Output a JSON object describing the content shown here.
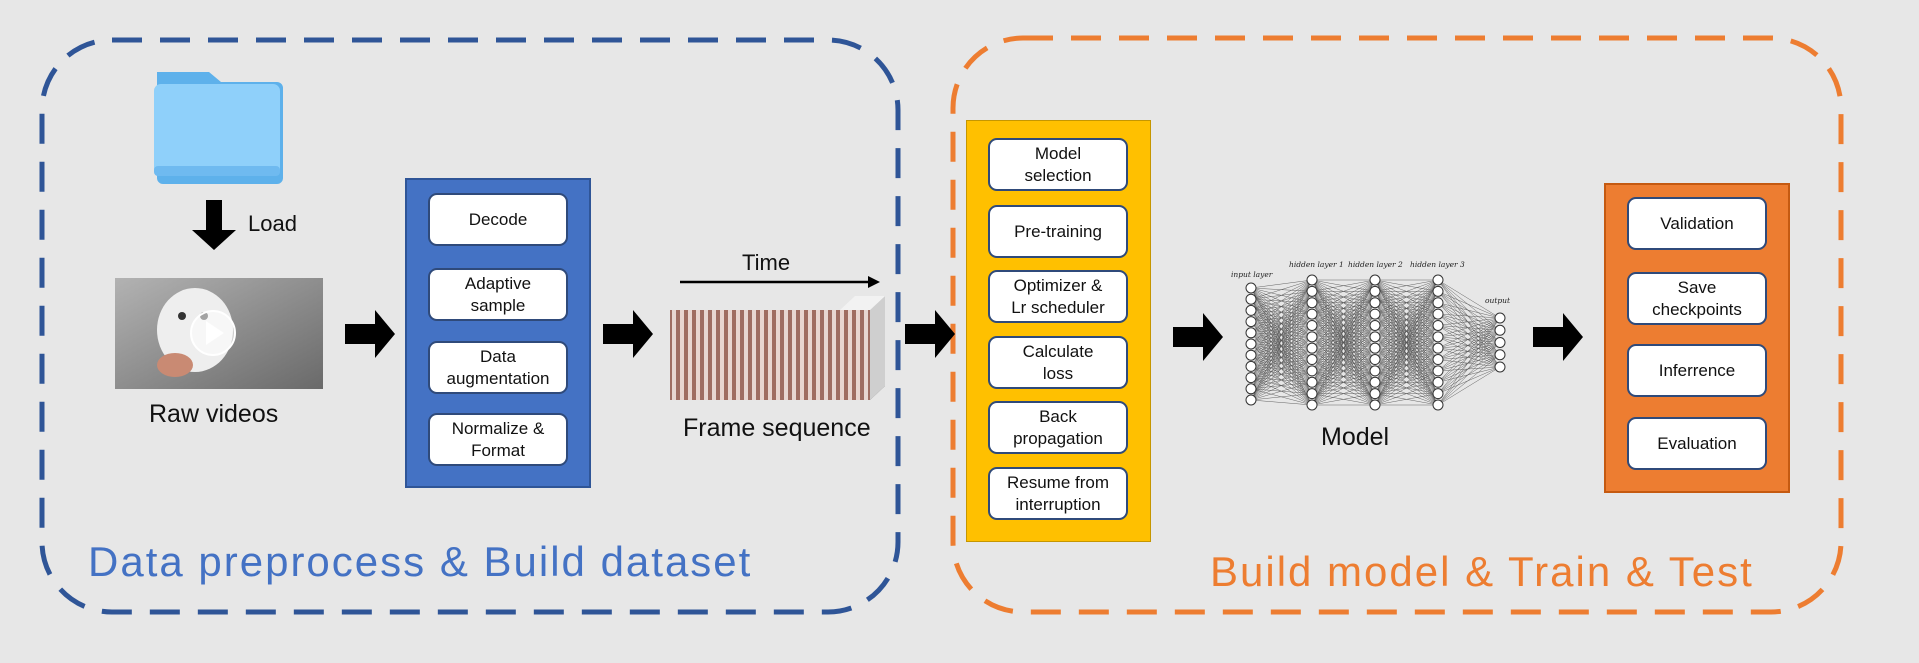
{
  "left_section": {
    "title": "Data preprocess & Build dataset",
    "color": "#4472c4",
    "border_color": "#2f5597"
  },
  "right_section": {
    "title": "Build model & Train & Test",
    "color": "#ed7d31",
    "border_color": "#ed7d31"
  },
  "load_label": "Load",
  "raw_videos_label": "Raw videos",
  "time_label": "Time",
  "frame_sequence_label": "Frame sequence",
  "model_label": "Model",
  "preprocess_steps": [
    "Decode",
    "Adaptive\nsample",
    "Data\naugmentation",
    "Normalize &\nFormat"
  ],
  "training_steps": [
    "Model\nselection",
    "Pre-training",
    "Optimizer &\nLr scheduler",
    "Calculate\nloss",
    "Back\npropagation",
    "Resume from\ninterruption"
  ],
  "eval_steps": [
    "Validation",
    "Save\ncheckpoints",
    "Inferrence",
    "Evaluation"
  ],
  "nn_layer_labels": [
    "input layer",
    "hidden layer 1",
    "hidden layer 2",
    "hidden layer 3",
    "output"
  ],
  "colors": {
    "preprocess_panel": "#4472c4",
    "training_panel": "#ffc000",
    "eval_panel": "#ed7d31",
    "folder": "#7ec4f4"
  }
}
